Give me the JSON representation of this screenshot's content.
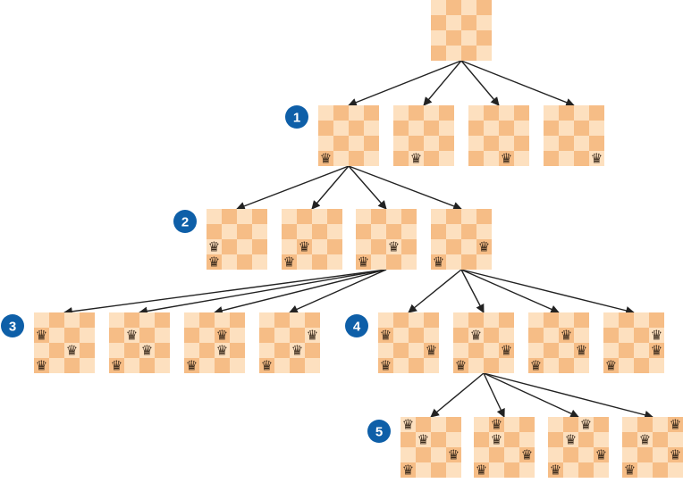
{
  "colors": {
    "light_square": "#fde0bf",
    "dark_square": "#f6bd86",
    "edge": "#222222",
    "badge": "#0e5fa8",
    "badge_text": "#ffffff",
    "queen": "#3a2a1c"
  },
  "icons": {
    "queen": "queen-icon"
  },
  "board_size": 4,
  "steps": [
    {
      "id": "step-1",
      "label": "1"
    },
    {
      "id": "step-2",
      "label": "2"
    },
    {
      "id": "step-3",
      "label": "3"
    },
    {
      "id": "step-4",
      "label": "4"
    },
    {
      "id": "step-5",
      "label": "5"
    }
  ],
  "boards": [
    {
      "id": "root",
      "parent": null,
      "queens": []
    },
    {
      "id": "L1-1",
      "parent": "root",
      "queens": [
        [
          0,
          3
        ]
      ]
    },
    {
      "id": "L1-2",
      "parent": "root",
      "queens": [
        [
          1,
          3
        ]
      ]
    },
    {
      "id": "L1-3",
      "parent": "root",
      "queens": [
        [
          2,
          3
        ]
      ]
    },
    {
      "id": "L1-4",
      "parent": "root",
      "queens": [
        [
          3,
          3
        ]
      ]
    },
    {
      "id": "L2-1",
      "parent": "L1-1",
      "queens": [
        [
          0,
          3
        ],
        [
          0,
          2
        ]
      ]
    },
    {
      "id": "L2-2",
      "parent": "L1-1",
      "queens": [
        [
          0,
          3
        ],
        [
          1,
          2
        ]
      ]
    },
    {
      "id": "L2-3",
      "parent": "L1-1",
      "queens": [
        [
          0,
          3
        ],
        [
          2,
          2
        ]
      ]
    },
    {
      "id": "L2-4",
      "parent": "L1-1",
      "queens": [
        [
          0,
          3
        ],
        [
          3,
          2
        ]
      ]
    },
    {
      "id": "L3-1",
      "parent": "L2-3",
      "queens": [
        [
          0,
          3
        ],
        [
          2,
          2
        ],
        [
          0,
          1
        ]
      ]
    },
    {
      "id": "L3-2",
      "parent": "L2-3",
      "queens": [
        [
          0,
          3
        ],
        [
          2,
          2
        ],
        [
          1,
          1
        ]
      ]
    },
    {
      "id": "L3-3",
      "parent": "L2-3",
      "queens": [
        [
          0,
          3
        ],
        [
          2,
          2
        ],
        [
          2,
          1
        ]
      ]
    },
    {
      "id": "L3-4",
      "parent": "L2-3",
      "queens": [
        [
          0,
          3
        ],
        [
          2,
          2
        ],
        [
          3,
          1
        ]
      ]
    },
    {
      "id": "L3-5",
      "parent": "L2-4",
      "queens": [
        [
          0,
          3
        ],
        [
          3,
          2
        ],
        [
          0,
          1
        ]
      ]
    },
    {
      "id": "L3-6",
      "parent": "L2-4",
      "queens": [
        [
          0,
          3
        ],
        [
          3,
          2
        ],
        [
          1,
          1
        ]
      ]
    },
    {
      "id": "L3-7",
      "parent": "L2-4",
      "queens": [
        [
          0,
          3
        ],
        [
          3,
          2
        ],
        [
          2,
          1
        ]
      ]
    },
    {
      "id": "L3-8",
      "parent": "L2-4",
      "queens": [
        [
          0,
          3
        ],
        [
          3,
          2
        ],
        [
          3,
          1
        ]
      ]
    },
    {
      "id": "L4-1",
      "parent": "L3-6",
      "queens": [
        [
          0,
          3
        ],
        [
          3,
          2
        ],
        [
          1,
          1
        ],
        [
          0,
          0
        ]
      ]
    },
    {
      "id": "L4-2",
      "parent": "L3-6",
      "queens": [
        [
          0,
          3
        ],
        [
          3,
          2
        ],
        [
          1,
          1
        ],
        [
          1,
          0
        ]
      ]
    },
    {
      "id": "L4-3",
      "parent": "L3-6",
      "queens": [
        [
          0,
          3
        ],
        [
          3,
          2
        ],
        [
          1,
          1
        ],
        [
          2,
          0
        ]
      ]
    },
    {
      "id": "L4-4",
      "parent": "L3-6",
      "queens": [
        [
          0,
          3
        ],
        [
          3,
          2
        ],
        [
          1,
          1
        ],
        [
          3,
          0
        ]
      ]
    }
  ]
}
